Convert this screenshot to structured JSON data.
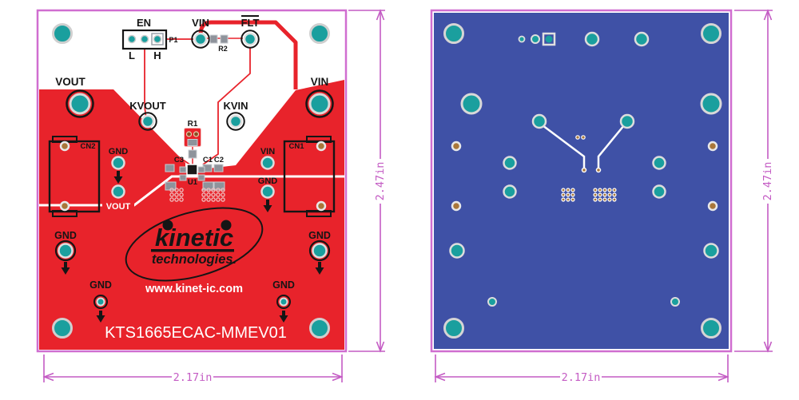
{
  "colors": {
    "board_red": "#e8232b",
    "board_blue": "#3f51a6",
    "pad_teal": "#1a9f9e",
    "copper": "#a9773a",
    "component_gray": "#8e939b",
    "silkscreen_black": "#151515",
    "silkscreen_white": "#ffffff",
    "dim_magenta": "#c45cc4",
    "border_magenta": "#d06ed0",
    "pad_ring_gray": "#d9d9d9"
  },
  "top_view": {
    "refdes": {
      "p1": "P1",
      "r1": "R1",
      "r2": "R2",
      "c1": "C1",
      "c2": "C2",
      "c3": "C3",
      "u1": "U1",
      "cn1": "CN1",
      "cn2": "CN2"
    },
    "signals": {
      "en": "EN",
      "l": "L",
      "h": "H",
      "vin": "VIN",
      "flt": "FLT",
      "vout": "VOUT",
      "kvout": "KVOUT",
      "kvin": "KVIN",
      "gnd": "GND"
    },
    "logo": {
      "name": "kinetic",
      "tagline": "technologies.",
      "website": "www.kinet-ic.com"
    },
    "part_number": "KTS1665ECAC-MMEV01",
    "dim_width": "2.17in",
    "dim_height": "2.47in"
  },
  "bottom_view": {
    "dim_width": "2.17in",
    "dim_height": "2.47in"
  }
}
